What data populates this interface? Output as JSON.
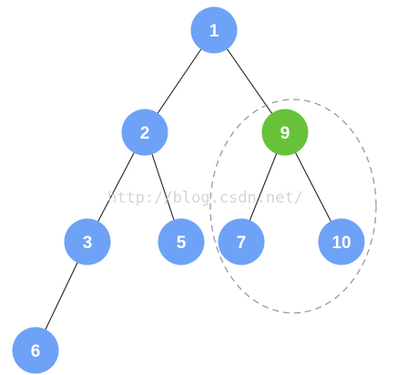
{
  "colors": {
    "node_default": "#6ea2f6",
    "node_highlight": "#67c23a",
    "edge": "#222222",
    "outline": "#9a9a9a"
  },
  "nodes": [
    {
      "id": "n1",
      "label": "1",
      "highlight": false
    },
    {
      "id": "n2",
      "label": "2",
      "highlight": false
    },
    {
      "id": "n9",
      "label": "9",
      "highlight": true
    },
    {
      "id": "n3",
      "label": "3",
      "highlight": false
    },
    {
      "id": "n5",
      "label": "5",
      "highlight": false
    },
    {
      "id": "n7",
      "label": "7",
      "highlight": false
    },
    {
      "id": "n10",
      "label": "10",
      "highlight": false
    },
    {
      "id": "n6",
      "label": "6",
      "highlight": false
    }
  ],
  "edges": [
    {
      "from": "1",
      "to": "2"
    },
    {
      "from": "1",
      "to": "9"
    },
    {
      "from": "2",
      "to": "3"
    },
    {
      "from": "2",
      "to": "5"
    },
    {
      "from": "9",
      "to": "7"
    },
    {
      "from": "9",
      "to": "10"
    },
    {
      "from": "3",
      "to": "6"
    }
  ],
  "watermark": "http://blog.csdn.net/"
}
